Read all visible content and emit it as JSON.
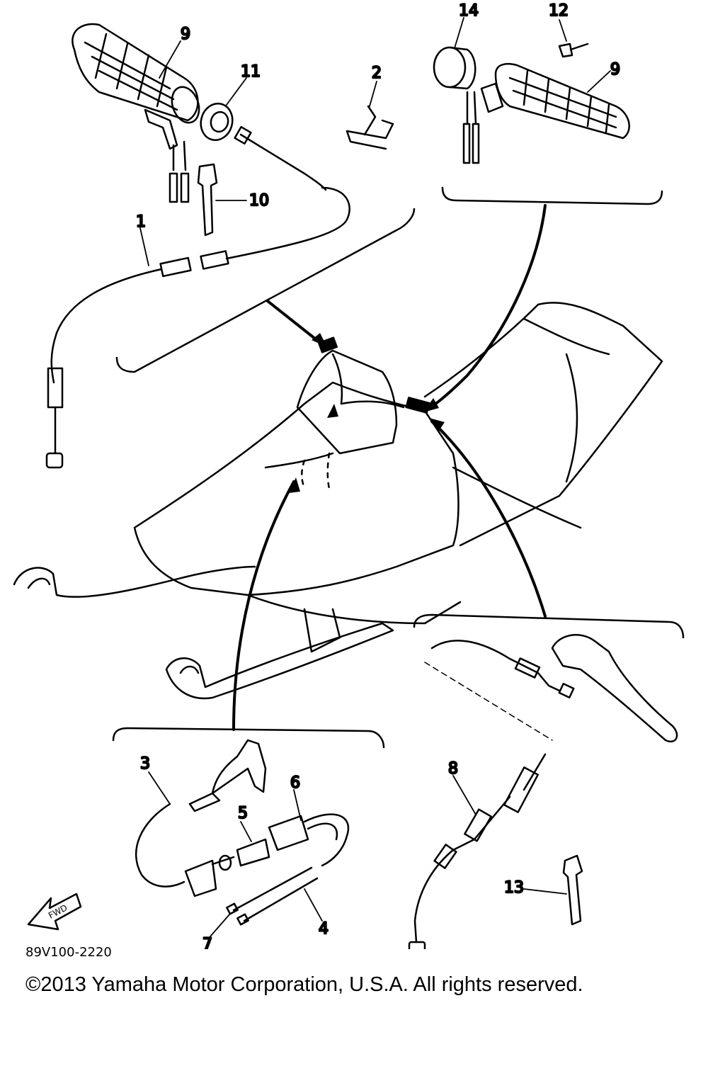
{
  "diagram": {
    "part_labels": {
      "p1": "1",
      "p2": "2",
      "p3": "3",
      "p4": "4",
      "p5": "5",
      "p6": "6",
      "p7": "7",
      "p8": "8",
      "p9a": "9",
      "p9b": "9",
      "p10": "10",
      "p11": "11",
      "p12": "12",
      "p13": "13",
      "p14": "14"
    },
    "fwd_label": "FWD"
  },
  "footer": {
    "ref_code": "89V100-2220",
    "copyright": "©2013 Yamaha Motor Corporation, U.S.A. All rights reserved."
  },
  "colors": {
    "ink": "#000000",
    "background": "#ffffff"
  }
}
